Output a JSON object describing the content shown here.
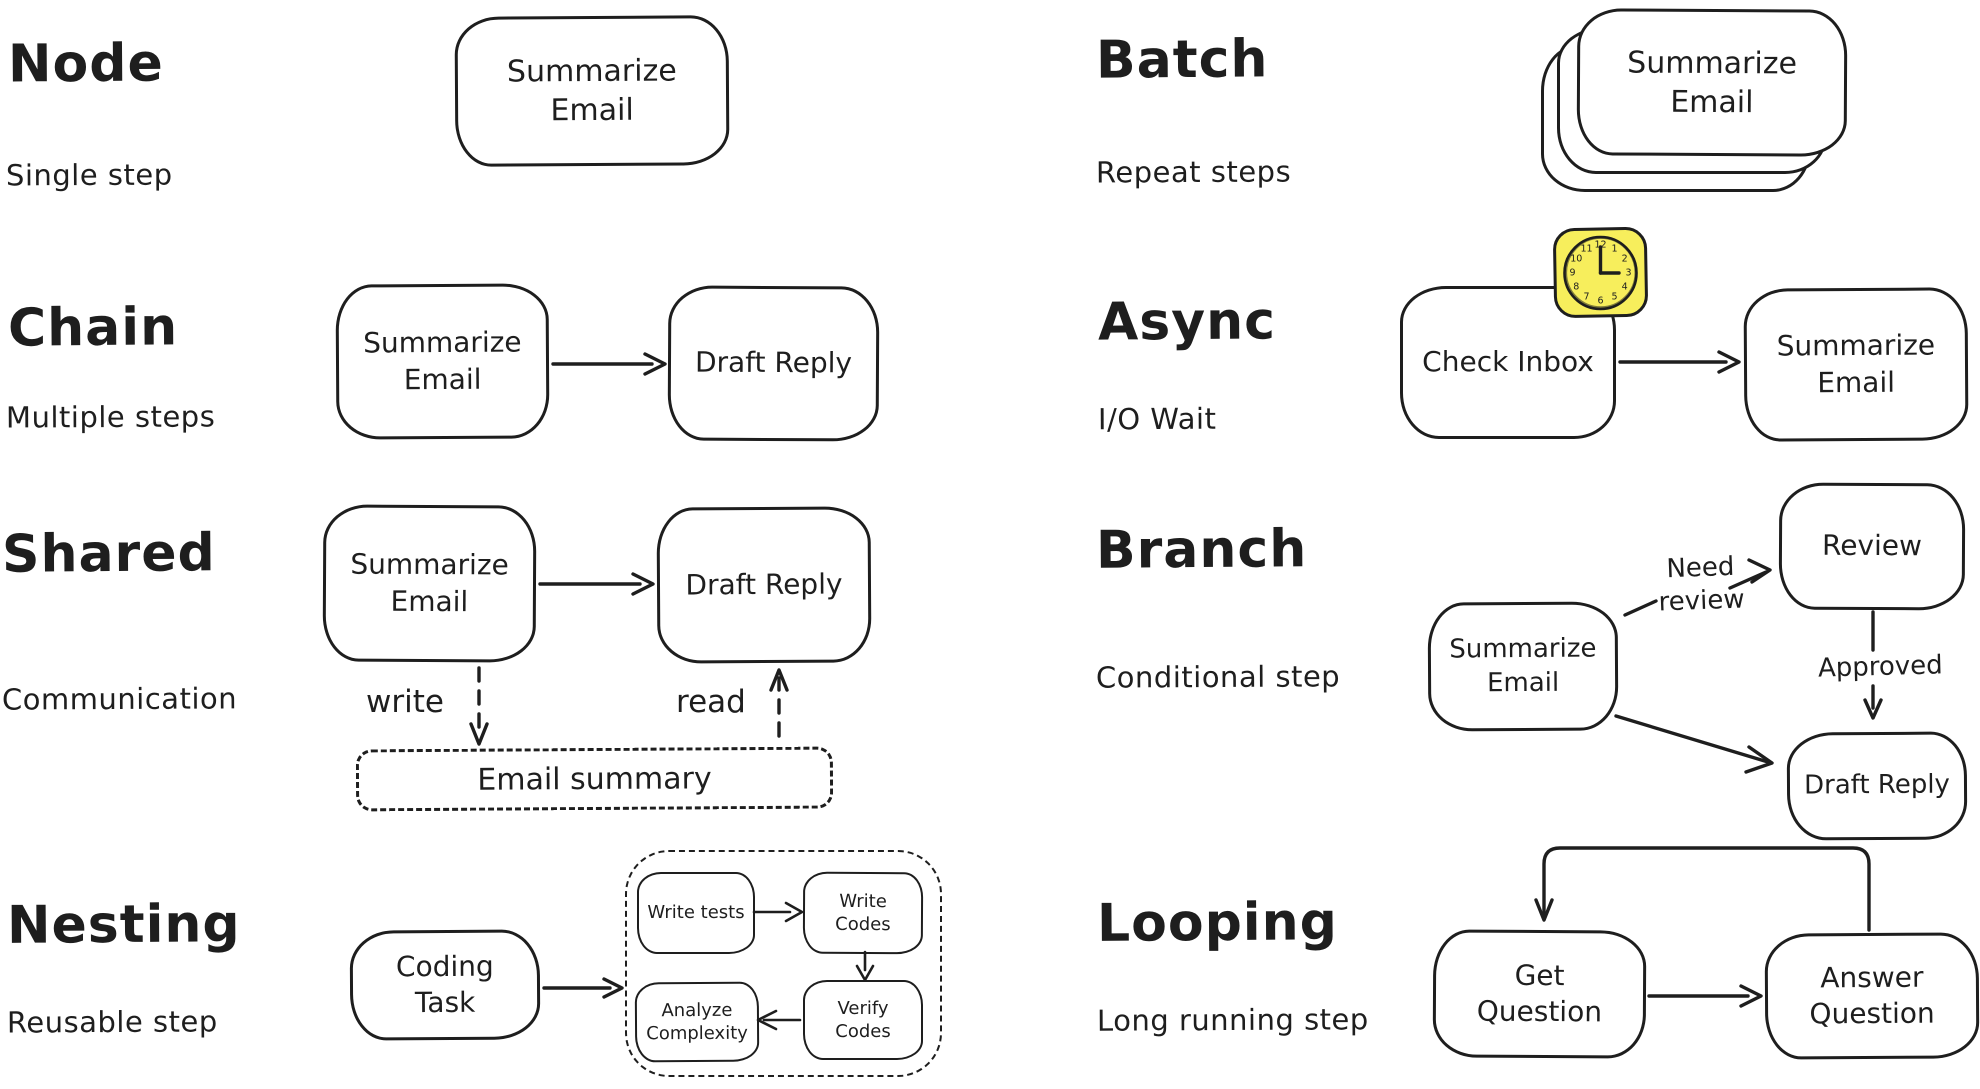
{
  "canvas": {
    "ink": "#1e1e1e",
    "background": "#ffffff",
    "clock_fill": "#f7ee5c"
  },
  "sections": {
    "node": {
      "title": "Node",
      "subtitle": "Single step",
      "box_label": "Summarize Email"
    },
    "batch": {
      "title": "Batch",
      "subtitle": "Repeat steps",
      "box_label": "Summarize Email"
    },
    "chain": {
      "title": "Chain",
      "subtitle": "Multiple steps",
      "box1_label": "Summarize Email",
      "box2_label": "Draft Reply"
    },
    "async": {
      "title": "Async",
      "subtitle": "I/O Wait",
      "box1_label": "Check Inbox",
      "box2_label": "Summarize Email",
      "clock_numbers": [
        "1",
        "2",
        "3",
        "4",
        "5",
        "6",
        "7",
        "8",
        "9",
        "10",
        "11",
        "12"
      ]
    },
    "shared": {
      "title": "Shared",
      "subtitle": "Communication",
      "box1_label": "Summarize Email",
      "box2_label": "Draft Reply",
      "write_label": "write",
      "read_label": "read",
      "store_label": "Email summary"
    },
    "branch": {
      "title": "Branch",
      "subtitle": "Conditional step",
      "source_label": "Summarize Email",
      "review_label": "Review",
      "target_label": "Draft Reply",
      "need_review_label": "Need review",
      "approved_label": "Approved"
    },
    "nesting": {
      "title": "Nesting",
      "subtitle": "Reusable step",
      "outer_label": "Coding Task",
      "inner_labels": [
        "Write tests",
        "Write Codes",
        "Analyze Complexity",
        "Verify Codes"
      ]
    },
    "looping": {
      "title": "Looping",
      "subtitle": "Long running step",
      "box1_label": "Get Question",
      "box2_label": "Answer Question"
    }
  }
}
